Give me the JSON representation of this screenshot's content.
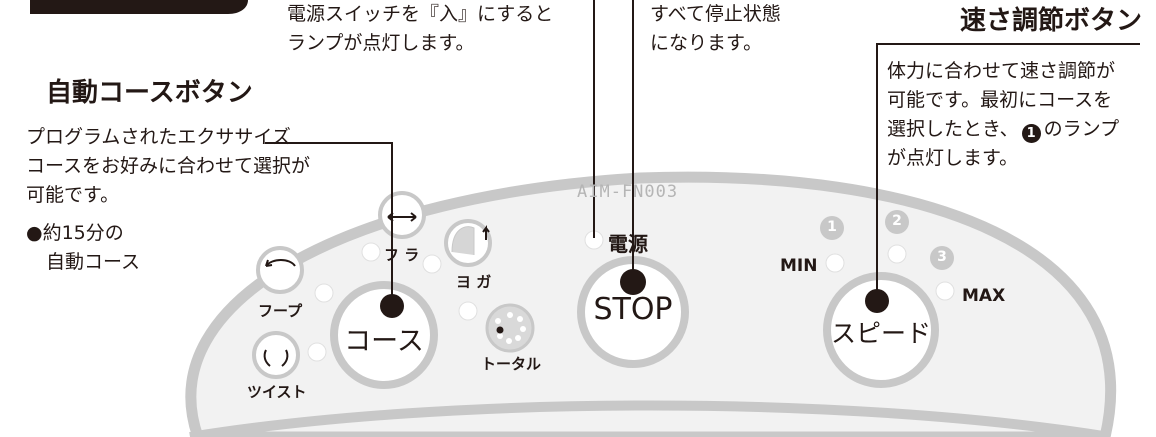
{
  "colors": {
    "panel_fill": "#f2f2f2",
    "panel_stroke": "#c8c8c8",
    "button_fill": "#ffffff",
    "lamp": "#ffffff",
    "text": "#231815",
    "model_text": "#b5b5b5",
    "badge": "#c8c8c8"
  },
  "callouts": {
    "power_desc": [
      "電源スイッチを『入』にすると",
      "ランプが点灯します。"
    ],
    "stop_desc": [
      "すべて停止状態",
      "になります。"
    ],
    "speed_heading": "速さ調節ボタン",
    "speed_desc": [
      "体力に合わせて速さ調節が",
      "可能です。最初にコースを"
    ],
    "speed_desc_line3_pre": "選択したとき、",
    "speed_desc_badge": "1",
    "speed_desc_line3_post": "のランプ",
    "speed_desc_line4": "が点灯します。",
    "course_heading": "自動コースボタン",
    "course_desc": [
      "プログラムされたエクササイズ",
      "コースをお好みに合わせて選択が",
      "可能です。"
    ],
    "course_note": [
      "●約15分の",
      "自動コース"
    ]
  },
  "panel": {
    "model": "AIM-FN003",
    "power_label": "電源",
    "stop_label": "STOP",
    "course_label": "コース",
    "speed_label": "スピード",
    "modes": {
      "hula": "フ ラ",
      "yoga": "ヨ ガ",
      "hoop": "フープ",
      "twist": "ツイスト",
      "total": "トータル"
    },
    "speed": {
      "min": "MIN",
      "max": "MAX",
      "levels": [
        "1",
        "2",
        "3"
      ]
    }
  }
}
